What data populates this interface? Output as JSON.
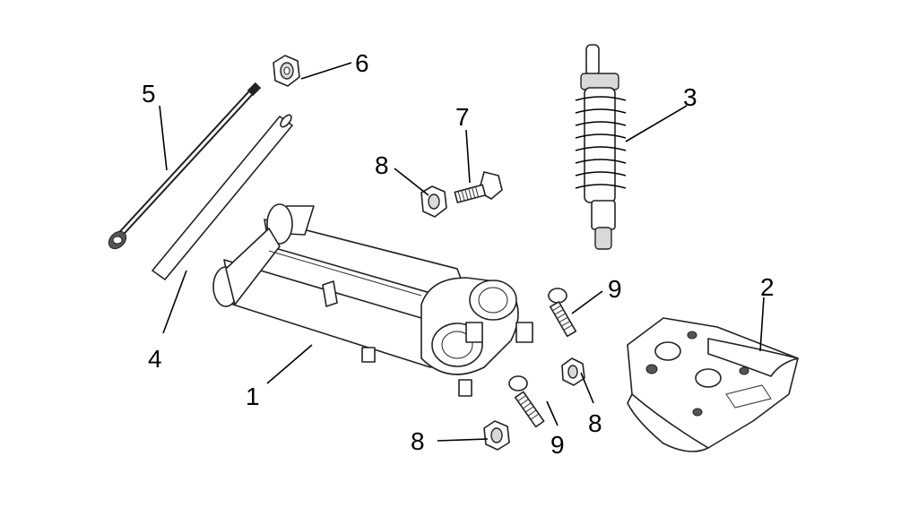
{
  "diagram": {
    "callouts": [
      {
        "id": "c1",
        "text": "1"
      },
      {
        "id": "c2",
        "text": "2"
      },
      {
        "id": "c3",
        "text": "3"
      },
      {
        "id": "c4",
        "text": "4"
      },
      {
        "id": "c5",
        "text": "5"
      },
      {
        "id": "c6",
        "text": "6"
      },
      {
        "id": "c7",
        "text": "7"
      },
      {
        "id": "c8a",
        "text": "8"
      },
      {
        "id": "c8b",
        "text": "8"
      },
      {
        "id": "c8c",
        "text": "8"
      },
      {
        "id": "c9a",
        "text": "9"
      },
      {
        "id": "c9b",
        "text": "9"
      }
    ],
    "parts": [
      {
        "ref": "1",
        "icon": "swing-arm-icon"
      },
      {
        "ref": "2",
        "icon": "skid-plate-icon"
      },
      {
        "ref": "3",
        "icon": "shock-absorber-icon"
      },
      {
        "ref": "4",
        "icon": "pivot-sleeve-icon"
      },
      {
        "ref": "5",
        "icon": "pivot-bolt-icon"
      },
      {
        "ref": "6",
        "icon": "nut-icon"
      },
      {
        "ref": "7",
        "icon": "bolt-icon"
      },
      {
        "ref": "8",
        "icon": "nut-icon"
      },
      {
        "ref": "9",
        "icon": "bolt-icon"
      }
    ],
    "colors": {
      "ink": "#000000",
      "background": "#ffffff"
    }
  }
}
